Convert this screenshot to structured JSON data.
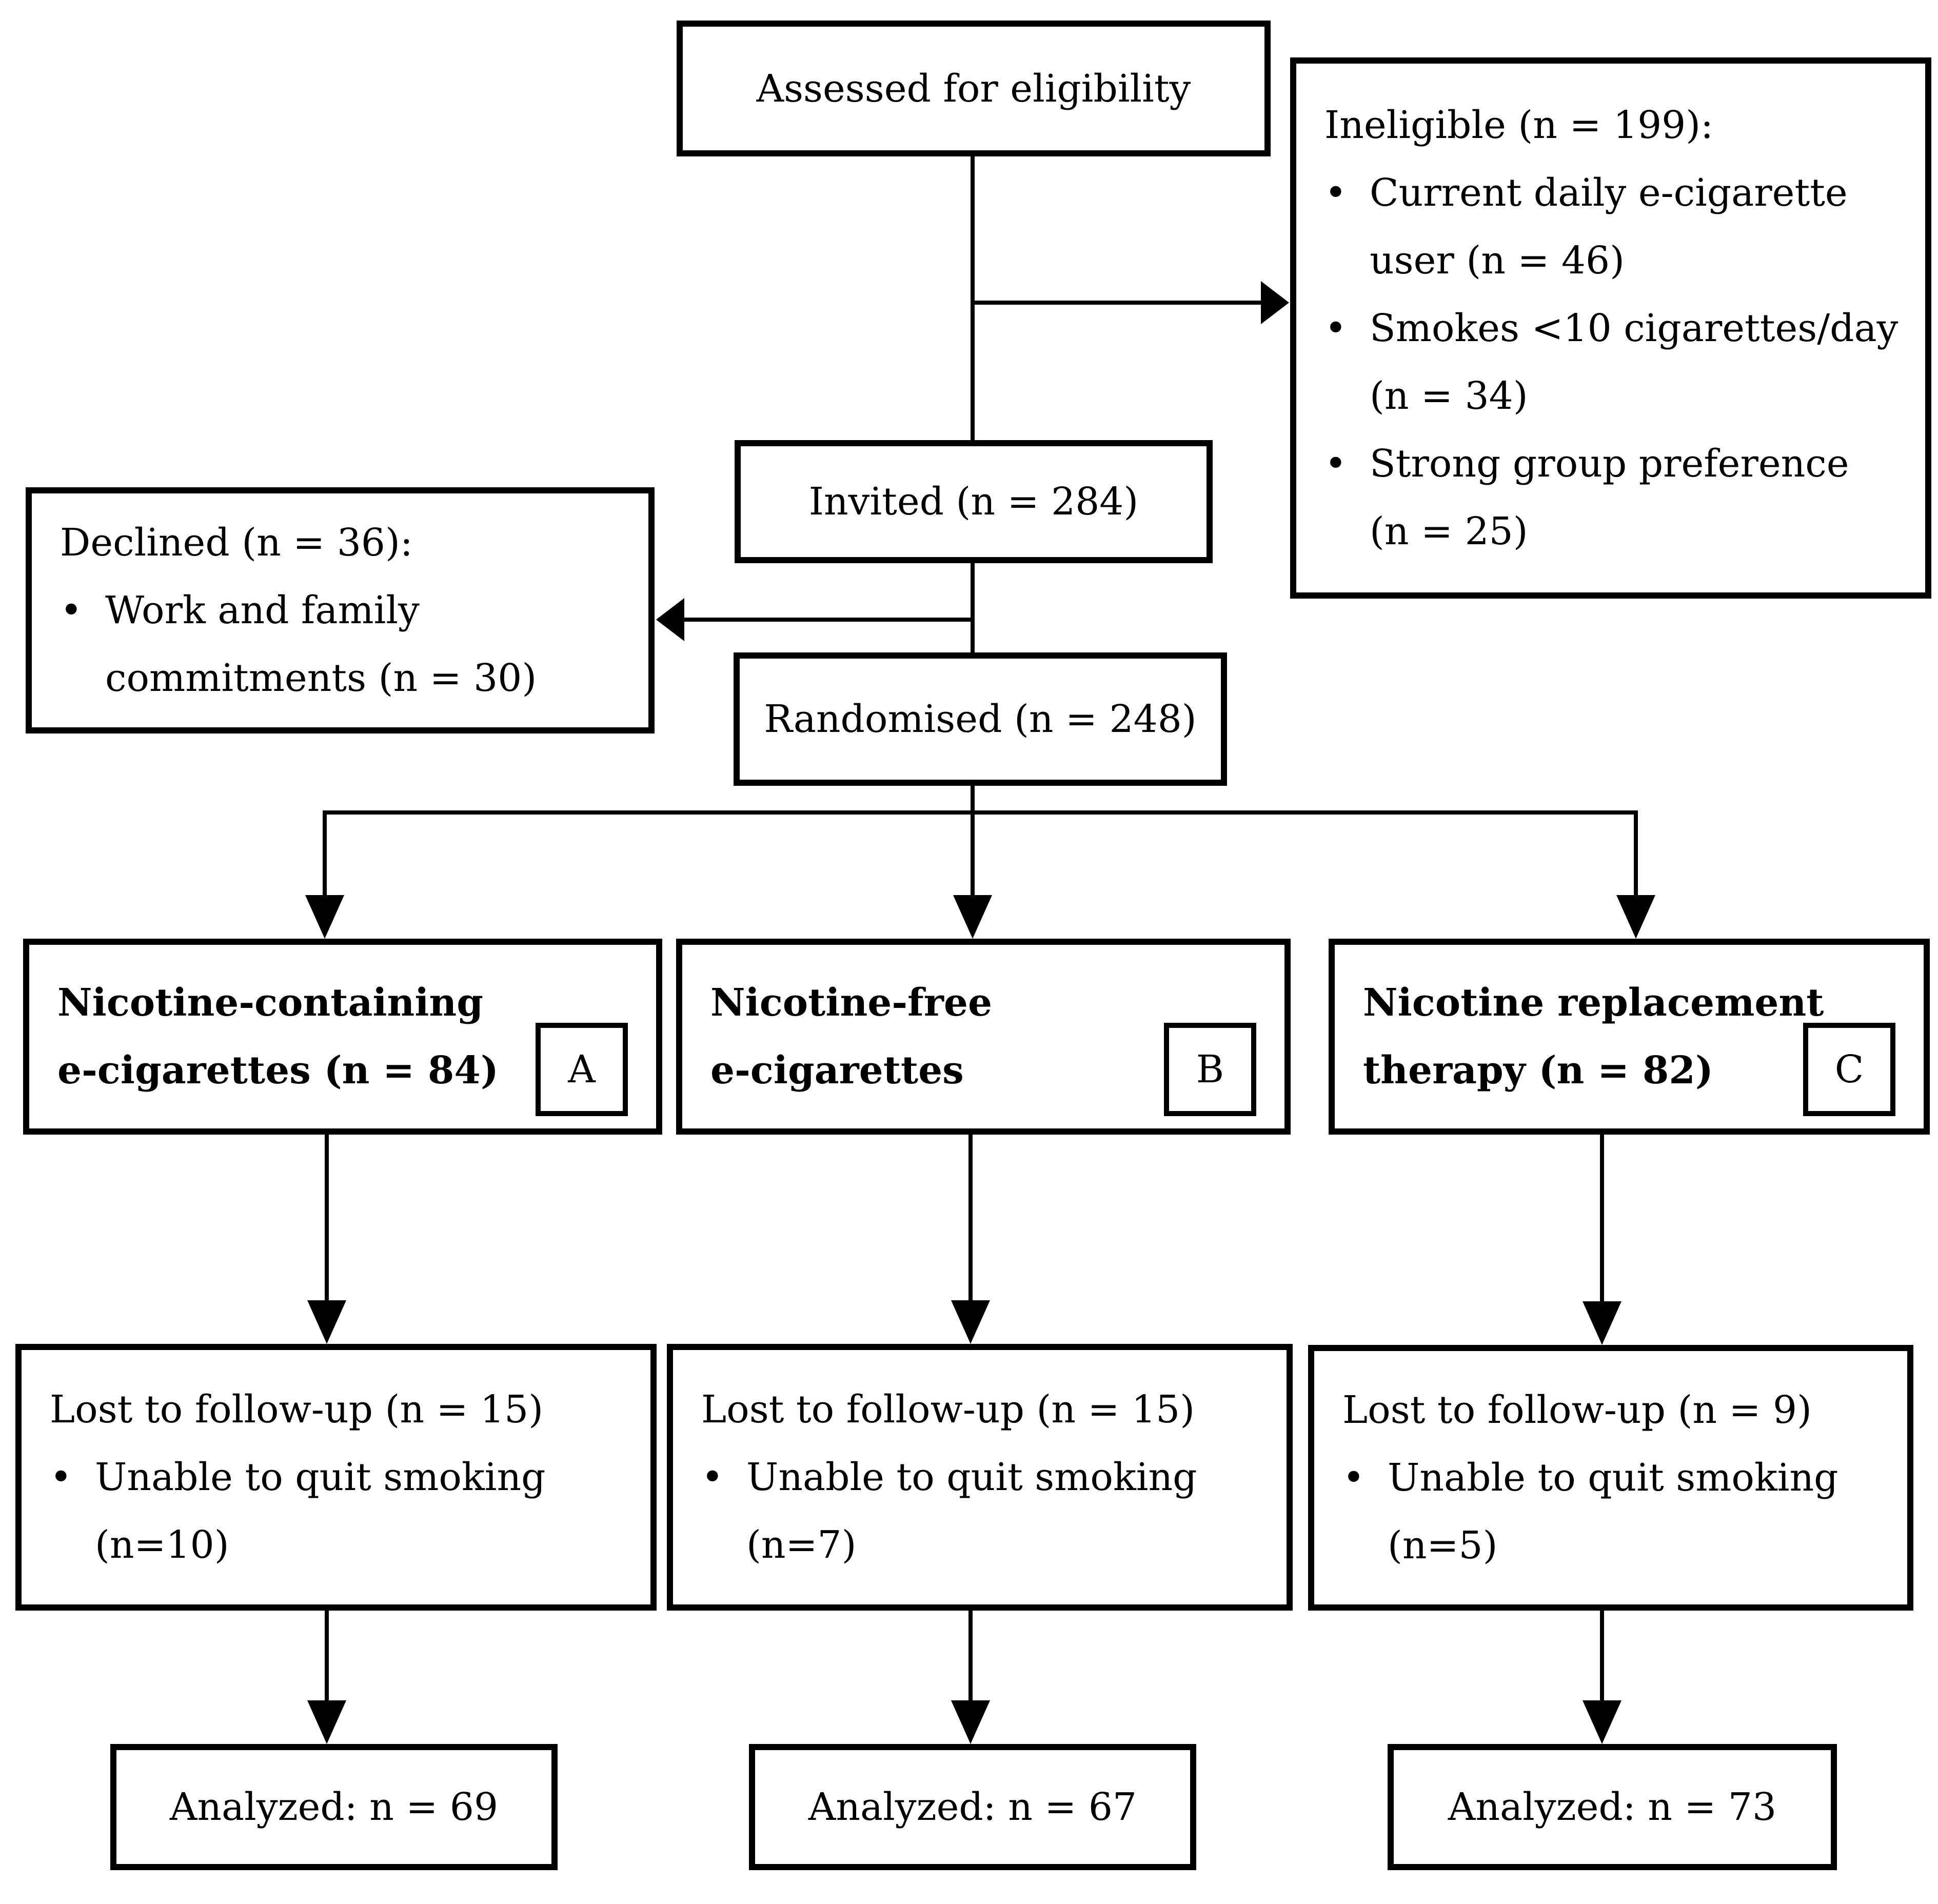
{
  "flow": {
    "assessed": {
      "label": "Assessed for eligibility"
    },
    "ineligible": {
      "title": "Ineligible (n = 199):",
      "items": [
        {
          "bullet": "•",
          "text": "Current daily e-cigarette",
          "cont": "user (n = 46)"
        },
        {
          "bullet": "•",
          "text": "Smokes <10 cigarettes/day",
          "cont": "(n = 34)"
        },
        {
          "bullet": "•",
          "text": "Strong group preference",
          "cont": "(n = 25)"
        }
      ]
    },
    "invited": {
      "label": "Invited (n = 284)"
    },
    "declined": {
      "title": "Declined (n = 36):",
      "items": [
        {
          "bullet": "•",
          "text": "Work and family",
          "cont": "commitments (n = 30)"
        }
      ]
    },
    "randomised": {
      "label": "Randomised (n = 248)"
    },
    "arms": [
      {
        "tag": "A",
        "name_line1": "Nicotine-containing",
        "name_line2": "e-cigarettes (n = 84)",
        "lost": {
          "title": "Lost to follow-up (n = 15)",
          "items": [
            {
              "bullet": "•",
              "text": "Unable to quit smoking",
              "cont": "(n=10)"
            }
          ]
        },
        "analyzed": "Analyzed: n = 69"
      },
      {
        "tag": "B",
        "name_line1": "Nicotine-free",
        "name_line2": "e-cigarettes",
        "lost": {
          "title": "Lost to follow-up (n = 15)",
          "items": [
            {
              "bullet": "•",
              "text": "Unable to quit smoking",
              "cont": "(n=7)"
            }
          ]
        },
        "analyzed": "Analyzed: n = 67"
      },
      {
        "tag": "C",
        "name_line1": "Nicotine replacement",
        "name_line2": "therapy (n = 82)",
        "lost": {
          "title": "Lost to follow-up (n = 9)",
          "items": [
            {
              "bullet": "•",
              "text": "Unable to quit smoking",
              "cont": "(n=5)"
            }
          ]
        },
        "analyzed": "Analyzed: n = 73"
      }
    ],
    "colors": {
      "line": "#000000",
      "background": "#ffffff"
    }
  }
}
